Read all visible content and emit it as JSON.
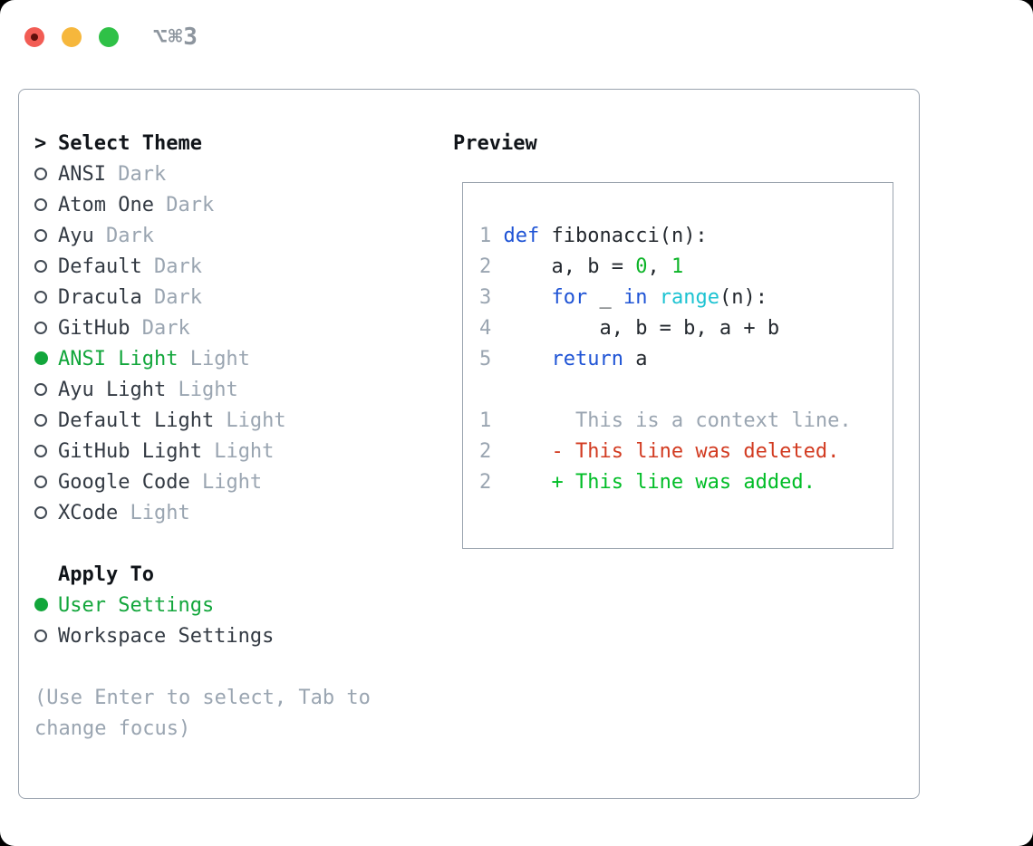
{
  "window": {
    "shortcut": "⌥⌘3",
    "traffic_lights": [
      "close",
      "minimize",
      "zoom"
    ]
  },
  "theme_list": {
    "prompt": ">",
    "title": "Select Theme",
    "items": [
      {
        "name": "ANSI",
        "variant": "Dark",
        "selected": false
      },
      {
        "name": "Atom One",
        "variant": "Dark",
        "selected": false
      },
      {
        "name": "Ayu",
        "variant": "Dark",
        "selected": false
      },
      {
        "name": "Default",
        "variant": "Dark",
        "selected": false
      },
      {
        "name": "Dracula",
        "variant": "Dark",
        "selected": false
      },
      {
        "name": "GitHub",
        "variant": "Dark",
        "selected": false
      },
      {
        "name": "ANSI Light",
        "variant": "Light",
        "selected": true
      },
      {
        "name": "Ayu Light",
        "variant": "Light",
        "selected": false
      },
      {
        "name": "Default Light",
        "variant": "Light",
        "selected": false
      },
      {
        "name": "GitHub Light",
        "variant": "Light",
        "selected": false
      },
      {
        "name": "Google Code",
        "variant": "Light",
        "selected": false
      },
      {
        "name": "XCode",
        "variant": "Light",
        "selected": false
      }
    ]
  },
  "apply_to": {
    "title": "Apply To",
    "options": [
      {
        "label": "User Settings",
        "selected": true
      },
      {
        "label": "Workspace Settings",
        "selected": false
      }
    ]
  },
  "hint": "(Use Enter to select, Tab to change focus)",
  "preview": {
    "title": "Preview",
    "code_lines": [
      {
        "number": "1",
        "tokens": [
          [
            "kw",
            "def"
          ],
          [
            "plain",
            " fibonacci(n):"
          ]
        ]
      },
      {
        "number": "2",
        "tokens": [
          [
            "plain",
            "    a, b = "
          ],
          [
            "num",
            "0"
          ],
          [
            "plain",
            ", "
          ],
          [
            "num",
            "1"
          ]
        ]
      },
      {
        "number": "3",
        "tokens": [
          [
            "plain",
            "    "
          ],
          [
            "kw",
            "for"
          ],
          [
            "plain",
            " _ "
          ],
          [
            "kw",
            "in"
          ],
          [
            "plain",
            " "
          ],
          [
            "fn",
            "range"
          ],
          [
            "plain",
            "(n):"
          ]
        ]
      },
      {
        "number": "4",
        "tokens": [
          [
            "plain",
            "        a, b = b, a + b"
          ]
        ]
      },
      {
        "number": "5",
        "tokens": [
          [
            "plain",
            "    "
          ],
          [
            "kw",
            "return"
          ],
          [
            "plain",
            " a"
          ]
        ]
      }
    ],
    "diff_lines": [
      {
        "number": "1",
        "type": "context",
        "marker": "",
        "text": "This is a context line."
      },
      {
        "number": "2",
        "type": "deleted",
        "marker": "-",
        "text": "This line was deleted."
      },
      {
        "number": "2",
        "type": "added",
        "marker": "+",
        "text": "This line was added."
      }
    ]
  },
  "colors": {
    "accent_green": "#12a63b",
    "keyword_blue": "#1e53d5",
    "builtin_cyan": "#1dc3d2",
    "number_green": "#0db428",
    "diff_red": "#d23b21",
    "diff_green": "#00bd26",
    "muted_gray": "#9aa5b1",
    "text_dark": "#23282e",
    "border_gray": "#9aa3ae",
    "traffic_red": "#f25c54",
    "traffic_yellow": "#f6b73c",
    "traffic_green": "#2fc147"
  }
}
